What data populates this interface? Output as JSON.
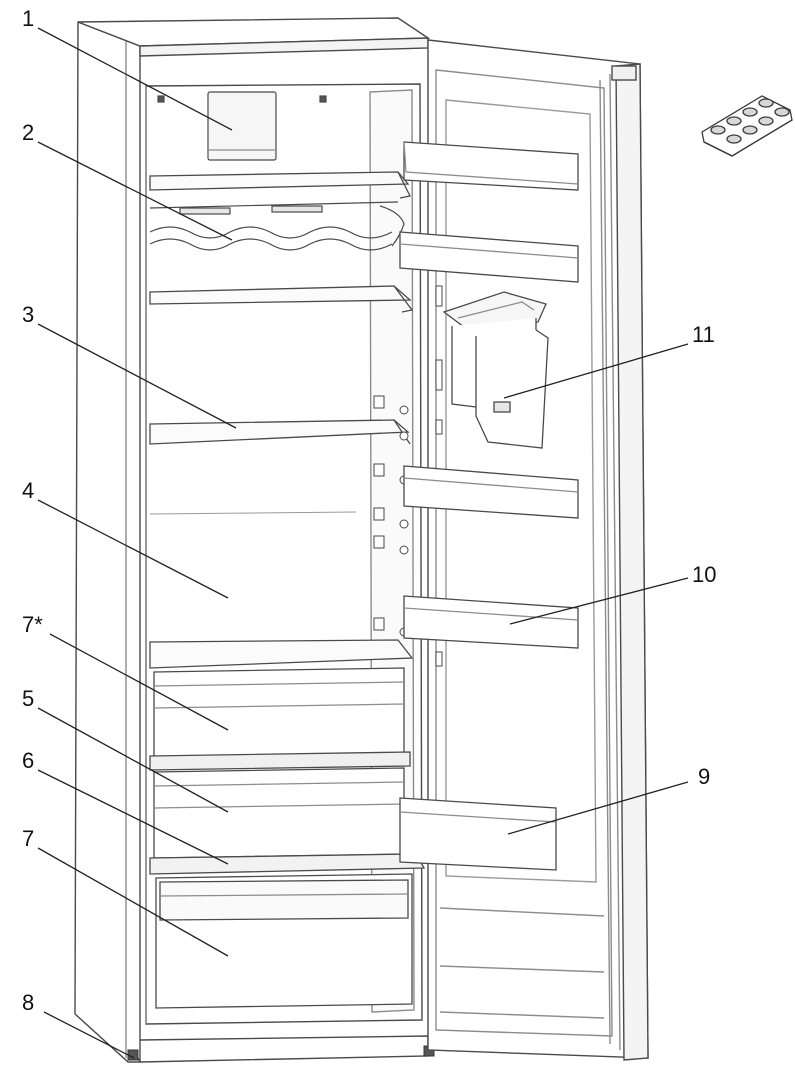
{
  "diagram": {
    "colors": {
      "line": "#4a4a4a",
      "light_line": "#8c8c8c",
      "callout": "#222222",
      "shade": "#ececec",
      "background": "#ffffff"
    },
    "callouts": [
      {
        "id": "1",
        "label": "1"
      },
      {
        "id": "2",
        "label": "2"
      },
      {
        "id": "3",
        "label": "3"
      },
      {
        "id": "4",
        "label": "4"
      },
      {
        "id": "7star",
        "label": "7*"
      },
      {
        "id": "5",
        "label": "5"
      },
      {
        "id": "6",
        "label": "6"
      },
      {
        "id": "7",
        "label": "7"
      },
      {
        "id": "8",
        "label": "8"
      },
      {
        "id": "11",
        "label": "11"
      },
      {
        "id": "10",
        "label": "10"
      },
      {
        "id": "9",
        "label": "9"
      }
    ],
    "icons": [
      "egg-tray-icon",
      "refrigerator-illustration"
    ]
  }
}
